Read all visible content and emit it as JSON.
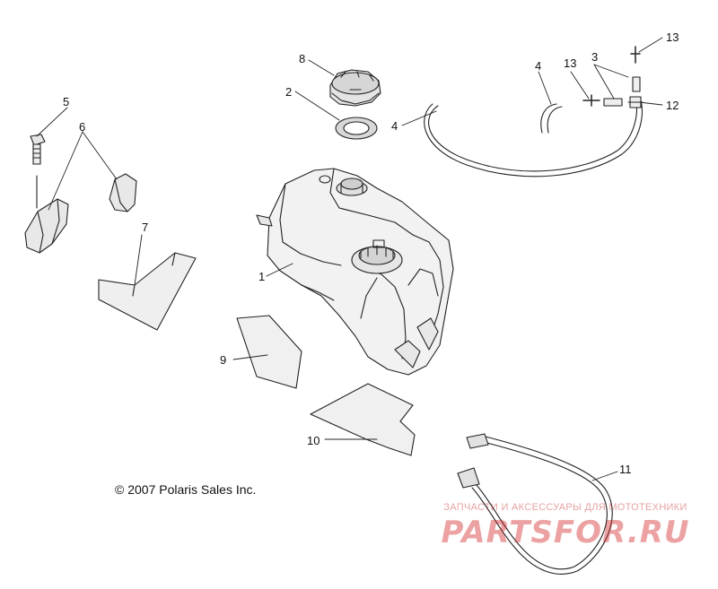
{
  "callouts": {
    "c1": "1",
    "c2": "2",
    "c3": "3",
    "c4a": "4",
    "c4b": "4",
    "c5": "5",
    "c6": "6",
    "c7": "7",
    "c8": "8",
    "c9": "9",
    "c10": "10",
    "c11": "11",
    "c12": "12",
    "c13a": "13",
    "c13b": "13"
  },
  "copyright": "© 2007 Polaris Sales Inc.",
  "watermark": {
    "tagline": "ЗАПЧАСТИ И АКСЕССУАРЫ ДЛЯ МОТОТЕХНИКИ",
    "brand": "PARTSFOR.RU"
  }
}
